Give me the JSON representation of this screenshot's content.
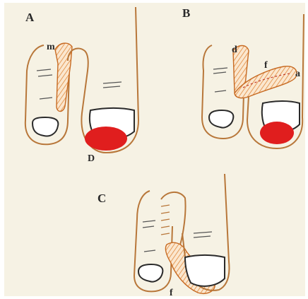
{
  "panels": {
    "a": {
      "letter": "A",
      "labels": {
        "m": "m",
        "D": "D"
      }
    },
    "b": {
      "letter": "B",
      "labels": {
        "d": "d",
        "f": "f",
        "a": "a"
      }
    },
    "c": {
      "letter": "C",
      "labels": {
        "f": "f"
      }
    }
  },
  "colors": {
    "paper": "#f6f2e4",
    "outline": "#b8773a",
    "hatch": "#e08a3c",
    "defect": "#e01e1e",
    "ink": "#555555"
  }
}
